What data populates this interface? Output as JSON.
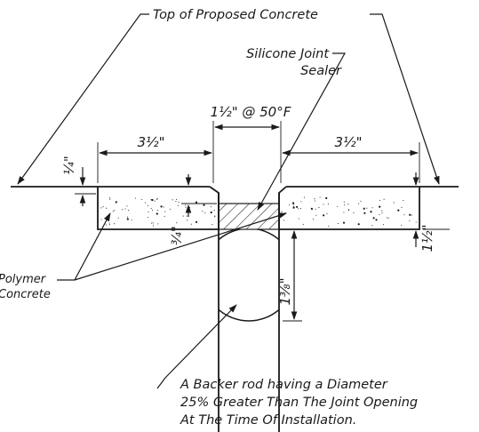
{
  "labels": {
    "top_of_concrete": "Top of Proposed Concrete",
    "silicone_line1": "Silicone Joint",
    "silicone_line2": "Sealer",
    "polymer_line1": "Polymer",
    "polymer_line2": "Concrete",
    "backer_line1": "A Backer rod having a Diameter",
    "backer_line2": "25% Greater Than The Joint Opening",
    "backer_line3": "At The Time Of Installation."
  },
  "dimensions": {
    "joint_opening": "1½\" @ 50°F",
    "left_width": "3½\"",
    "right_width": "3½\"",
    "recess": "¼\"",
    "sealer_depth": "¾\"",
    "polymer_depth": "1½\"",
    "backer_diameter": "1⅜\""
  },
  "colors": {
    "ink": "#1a1a1a",
    "background": "#ffffff"
  }
}
